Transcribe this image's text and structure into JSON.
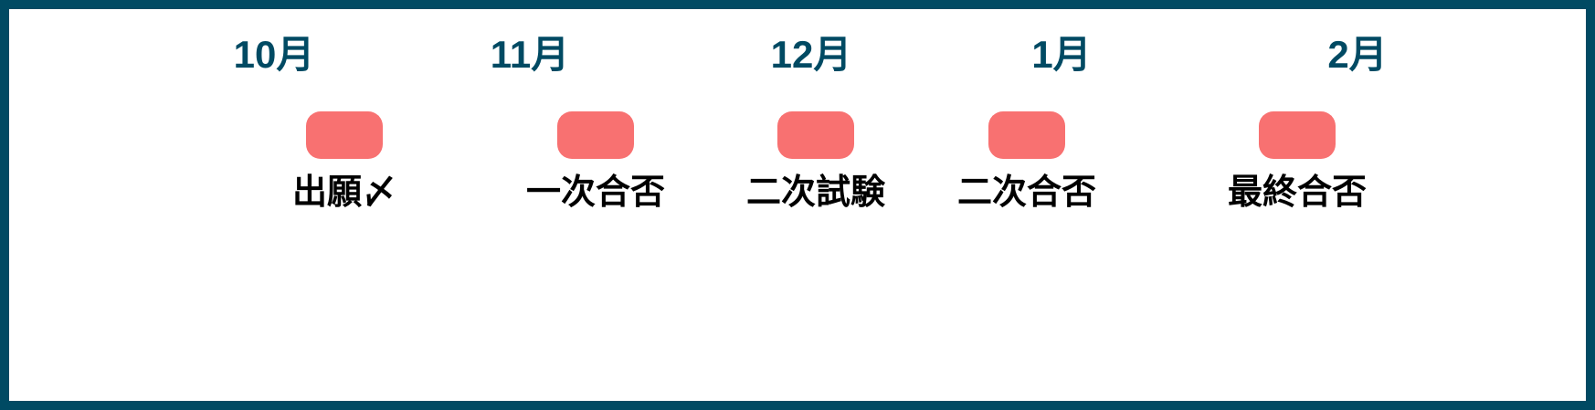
{
  "colors": {
    "border": "#004a63",
    "month_text": "#004a63",
    "marker": "#f87171",
    "event_text": "#000000",
    "background": "#ffffff"
  },
  "months": [
    "10月",
    "11月",
    "12月",
    "1月",
    "2月"
  ],
  "events": [
    "出願〆",
    "一次合否",
    "二次試験",
    "二次合否",
    "最終合否"
  ]
}
